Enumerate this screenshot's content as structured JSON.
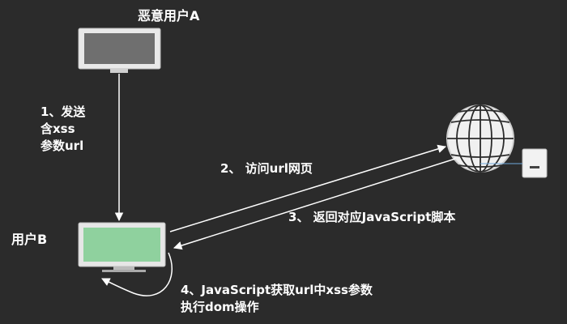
{
  "diagram": {
    "attacker_label": "恶意用户A",
    "victim_label": "用户B",
    "step1": [
      "1、发送",
      "含xss",
      "参数url"
    ],
    "step2": "2、 访问url网页",
    "step3": "3、 返回对应JavaScript脚本",
    "step4_line1": "4、JavaScript获取url中xss参数",
    "step4_line2": "执行dom操作"
  },
  "colors": {
    "background": "#2b2b2b",
    "victim_screen": "#8fd19e",
    "arrow": "#ffffff"
  }
}
